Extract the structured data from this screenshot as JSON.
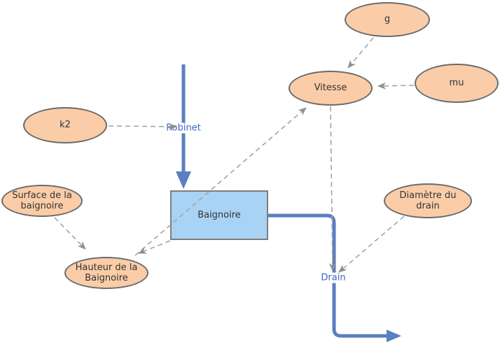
{
  "diagram": {
    "type": "stock-and-flow",
    "stock": {
      "label": "Baignoire"
    },
    "flows": {
      "inflow": {
        "label": "Robinet"
      },
      "outflow": {
        "label": "Drain"
      }
    },
    "variables": {
      "g": {
        "label": "g"
      },
      "mu": {
        "label": "mu"
      },
      "vitesse": {
        "label": "Vitesse"
      },
      "k2": {
        "label": "k2"
      },
      "surface": {
        "label": "Surface de la baignoire"
      },
      "hauteur": {
        "label": "Hauteur de la Baignoire"
      },
      "diametre": {
        "label": "Diamètre du drain"
      }
    },
    "connections": [
      {
        "from": "g",
        "to": "Vitesse"
      },
      {
        "from": "mu",
        "to": "Vitesse"
      },
      {
        "from": "k2",
        "to": "Robinet"
      },
      {
        "from": "Hauteur de la Baignoire",
        "to": "Vitesse"
      },
      {
        "from": "Baignoire",
        "to": "Hauteur de la Baignoire"
      },
      {
        "from": "Surface de la baignoire",
        "to": "Hauteur de la Baignoire"
      },
      {
        "from": "Vitesse",
        "to": "Drain"
      },
      {
        "from": "Diamètre du drain",
        "to": "Drain"
      }
    ],
    "colors": {
      "variable_fill": "#FACDA8",
      "variable_border": "#6B6B6B",
      "stock_fill": "#A9D3F4",
      "stock_border": "#7D7D7D",
      "flow_blue": "#5B7EC0",
      "flow_label_blue": "#3A66C4",
      "connector_gray": "#A3A3A3",
      "arrow_gray": "#8F8F8F",
      "text_dark": "#333333"
    }
  }
}
